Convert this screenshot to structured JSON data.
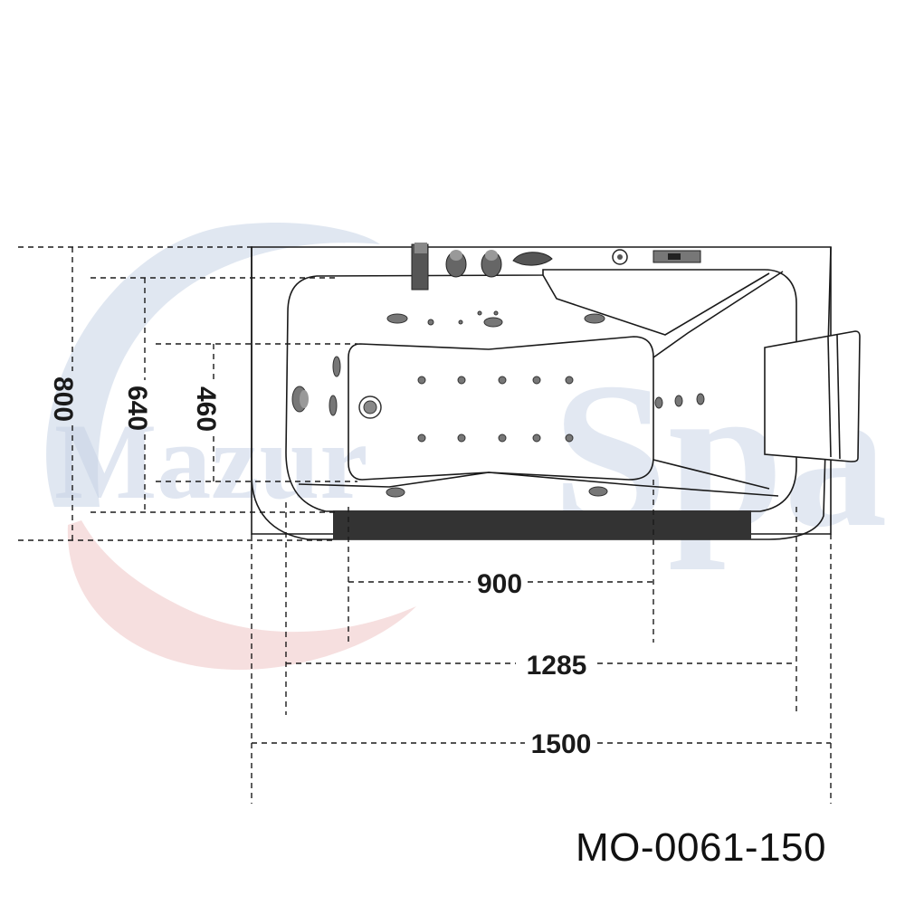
{
  "watermark": {
    "text_left": "Mazur",
    "text_right": "Spa",
    "color_blue": "#c7d3e6",
    "color_red": "#f2d2d2"
  },
  "dimensions": {
    "total_width": "1500",
    "inner_width": "1285",
    "floor_width": "900",
    "total_depth": "800",
    "inner_depth": "640",
    "floor_depth": "460"
  },
  "model_code": "MO-0061-150",
  "colors": {
    "line": "#1a1a1a",
    "panel": "#333333",
    "jet": "#777777"
  }
}
